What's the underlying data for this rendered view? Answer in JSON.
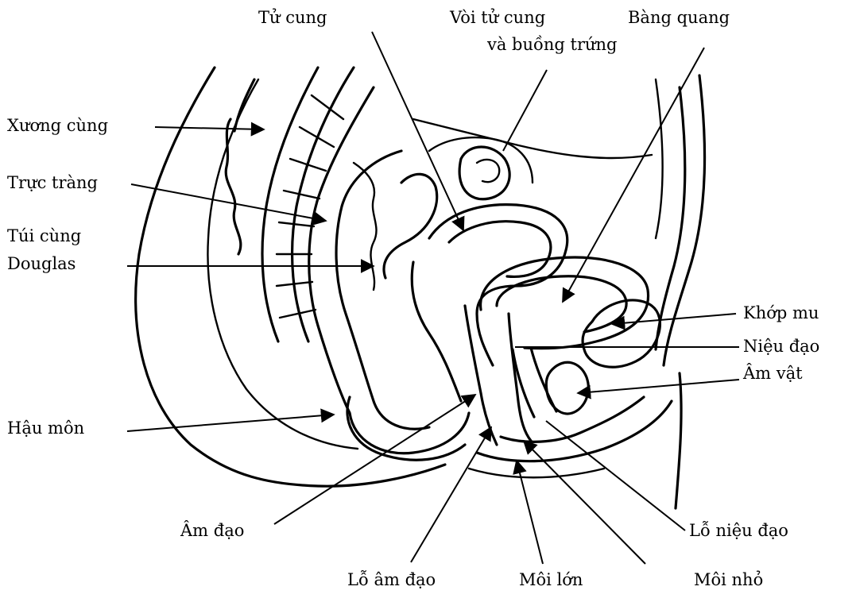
{
  "labels": {
    "tu_cung": "Tử cung",
    "voi_tu_cung_1": "Vòi tử cung",
    "voi_tu_cung_2": "và buồng trứng",
    "bang_quang": "Bàng quang",
    "xuong_cung": "Xương cùng",
    "truc_trang": "Trực tràng",
    "tui_cung_1": "Túi cùng",
    "tui_cung_2": "Douglas",
    "khop_mu": "Khớp mu",
    "nieu_dao": "Niệu đạo",
    "am_vat": "Âm vật",
    "hau_mon": "Hậu môn",
    "am_dao": "Âm đạo",
    "lo_nieu_dao": "Lỗ niệu đạo",
    "lo_am_dao": "Lỗ âm đạo",
    "moi_lon": "Môi lớn",
    "moi_nho": "Môi nhỏ"
  },
  "colors": {
    "ink": "#000000",
    "background": "#ffffff"
  }
}
